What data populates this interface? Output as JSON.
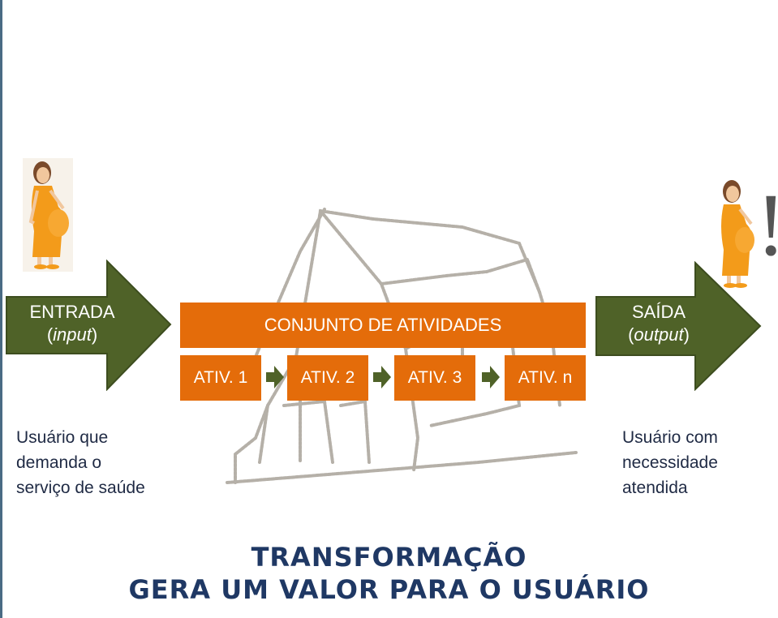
{
  "input_arrow": {
    "label": "ENTRADA",
    "sublabel_open": "(",
    "sublabel": "input",
    "sublabel_close": ")"
  },
  "output_arrow": {
    "label": "SAÍDA",
    "sublabel_open": "(",
    "sublabel": "output",
    "sublabel_close": ")"
  },
  "process": {
    "title": "CONJUNTO DE ATIVIDADES",
    "activities": [
      "ATIV. 1",
      "ATIV. 2",
      "ATIV. 3",
      "ATIV. n"
    ]
  },
  "input_caption": [
    "Usuário que",
    "demanda o",
    "serviço de saúde"
  ],
  "output_caption": [
    "Usuário com",
    "necessidade",
    "atendida"
  ],
  "exclamation": "!",
  "footer": {
    "line1": "TRANSFORMAÇÃO",
    "line2": "GERA UM VALOR PARA O USUÁRIO"
  },
  "colors": {
    "arrow_green": "#4f6228",
    "orange": "#e46c0a",
    "text_navy": "#1f3864",
    "sketch_gray": "#b5b0a8"
  },
  "icons": [
    "pregnant-woman-icon",
    "house-sketch-icon",
    "arrow-right-icon"
  ]
}
